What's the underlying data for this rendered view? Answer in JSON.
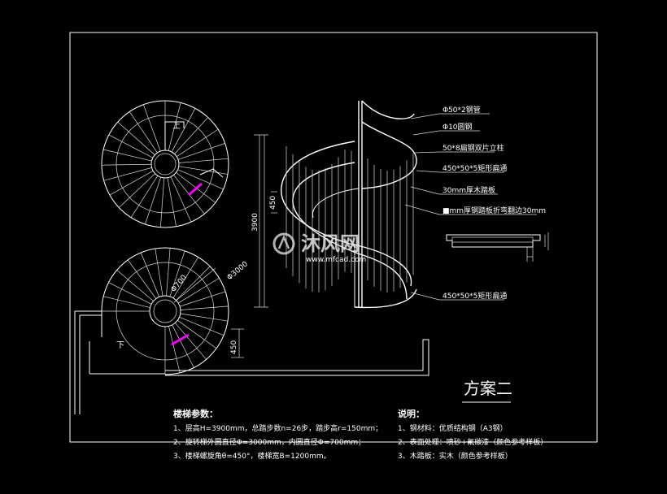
{
  "title": "方案二",
  "plan_labels": {
    "up": "上",
    "down": "下",
    "dia_outer": "Φ3000",
    "dia_inner": "Φ700",
    "offset": "450"
  },
  "elevation_height": "3900",
  "elevation_sub": "450",
  "callouts": [
    "Φ50*2钢管",
    "Φ10圆钢",
    "50*8扁钢双片立柱",
    "450*50*5矩形扁通",
    "30mm厚木踏板",
    "■mm厚钢踏板折弯翻边30mm",
    "450*50*5矩形扁通"
  ],
  "params": {
    "header": "楼梯参数：",
    "lines": [
      "1、层高H=3900mm，总踏步数n=26步，踏步高r=150mm；",
      "2、旋转梯外圆直径Φ=3000mm，内圆直径Φ=700mm；",
      "3、楼梯螺旋角θ=450°，楼梯宽B=1200mm。"
    ]
  },
  "notes": {
    "header": "说明：",
    "lines": [
      "1、钢材料：优质结构钢（A3钢）",
      "2、表面处理：喷砂+氟碳漆（颜色参考样板）",
      "3、木踏板：实木（颜色参考样板）"
    ]
  },
  "watermark": {
    "text": "沐风网",
    "url": "www.mfcad.com"
  },
  "colors": {
    "background": "#000000",
    "lines": "#ffffff",
    "accent": "#ff00ff"
  }
}
